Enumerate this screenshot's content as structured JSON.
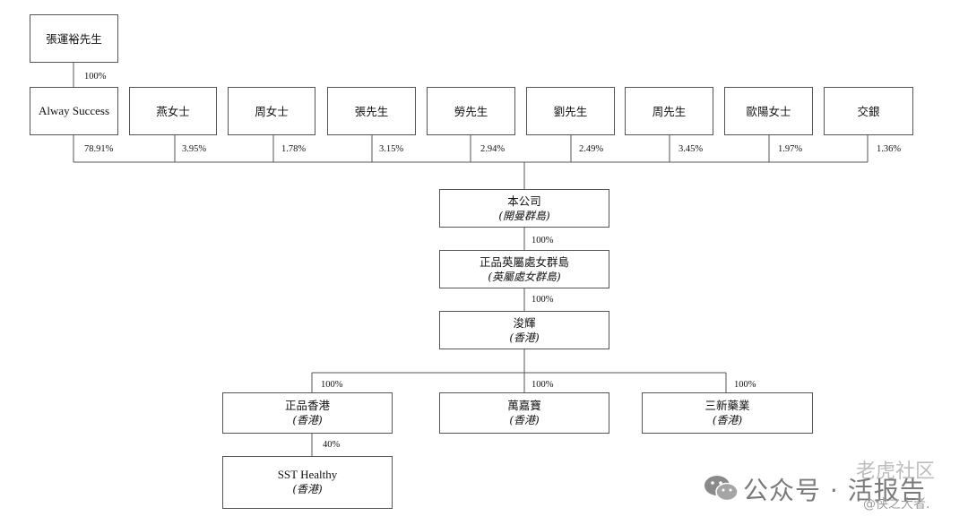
{
  "diagram": {
    "top_shareholder": {
      "name": "張運裕先生",
      "pct": "100%"
    },
    "shareholders": [
      {
        "name": "Alway Success",
        "pct": "78.91%"
      },
      {
        "name": "燕女士",
        "pct": "3.95%"
      },
      {
        "name": "周女士",
        "pct": "1.78%"
      },
      {
        "name": "張先生",
        "pct": "3.15%"
      },
      {
        "name": "勞先生",
        "pct": "2.94%"
      },
      {
        "name": "劉先生",
        "pct": "2.49%"
      },
      {
        "name": "周先生",
        "pct": "3.45%"
      },
      {
        "name": "歐陽女士",
        "pct": "1.97%"
      },
      {
        "name": "交銀",
        "pct": "1.36%"
      }
    ],
    "company": {
      "name": "本公司",
      "place": "(開曼群島)",
      "pct_below": "100%"
    },
    "bvi": {
      "name": "正品英屬處女群島",
      "place": "(英屬處女群島)",
      "pct_below": "100%"
    },
    "junhui": {
      "name": "浚輝",
      "place": "(香港)"
    },
    "subsidiaries": [
      {
        "name": "正品香港",
        "place": "(香港)",
        "pct": "100%"
      },
      {
        "name": "萬嘉寶",
        "place": "(香港)",
        "pct": "100%"
      },
      {
        "name": "三新藥業",
        "place": "(香港)",
        "pct": "100%"
      }
    ],
    "sst": {
      "name": "SST Healthy",
      "place": "(香港)",
      "pct": "40%"
    }
  },
  "watermark": {
    "main": "公众号 · 活报告",
    "side": "老虎社区",
    "handle": "@侠之大者."
  }
}
